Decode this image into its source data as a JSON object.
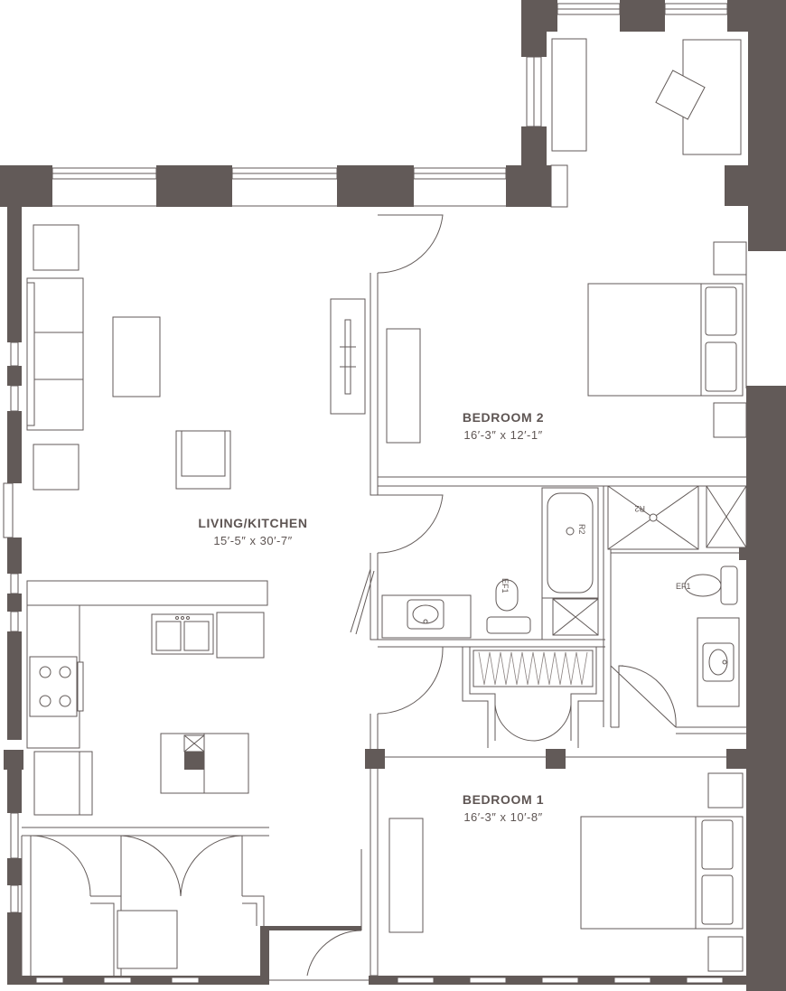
{
  "colors": {
    "wall": "#625a58",
    "line": "#625a58",
    "text": "#5e5553",
    "background": "#ffffff"
  },
  "rooms": {
    "living_kitchen": {
      "name": "LIVING/KITCHEN",
      "dims": "15′-5″ x 30′-7″"
    },
    "bedroom2": {
      "name": "BEDROOM 2",
      "dims": "16′-3″ x 12′-1″"
    },
    "bedroom1": {
      "name": "BEDROOM 1",
      "dims": "16′-3″ x 10′-8″"
    }
  },
  "fixture_labels": {
    "bath2_tub": "R2",
    "bath2_toilet": "EF1",
    "bath1_shower": "R2",
    "bath1_toilet": "EF1"
  }
}
